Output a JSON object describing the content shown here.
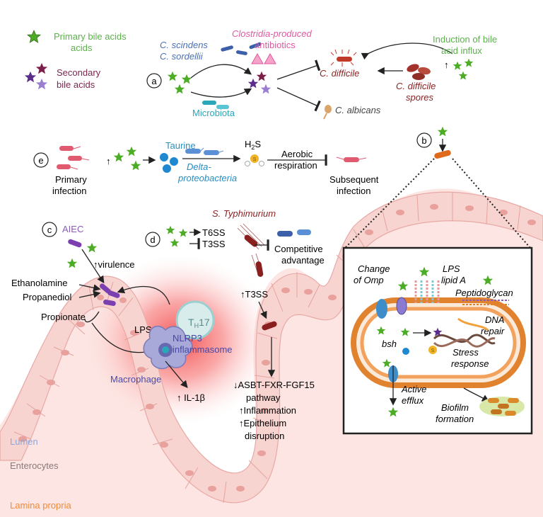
{
  "legend": {
    "primary": "Primary bile acids",
    "primary_l2": "acids",
    "secondary": "Secondary",
    "secondary_l2": "bile acids"
  },
  "panel_a": {
    "label": "a",
    "scindens": "C. scindens",
    "sordellii": "C. sordellii",
    "clostridia_1": "Clostridia-produced",
    "clostridia_2": "antibiotics",
    "microbiota": "Microbiota",
    "cdifficile": "C. difficile",
    "spores_1": "C. difficile",
    "spores_2": "spores",
    "albicans": "C. albicans",
    "induction_1": "Induction of bile",
    "induction_2": "acid influx"
  },
  "panel_b": {
    "label": "b",
    "change_omp_1": "Change",
    "change_omp_2": "of Omp",
    "lps_1": "LPS",
    "lps_2": "lipid A",
    "peptidoglycan": "Peptidoglycan",
    "dna_1": "DNA",
    "dna_2": "repair",
    "bsh": "bsh",
    "stress_1": "Stress",
    "stress_2": "response",
    "efflux_1": "Active",
    "efflux_2": "efflux",
    "biofilm_1": "Biofilm",
    "biofilm_2": "formation"
  },
  "panel_c": {
    "label": "c",
    "aiec": "AIEC",
    "virulence": "↑virulence",
    "ethanolamine": "Ethanolamine",
    "propanediol": "Propanediol",
    "propionate": "Propionate",
    "lps": "LPS",
    "th17": "T",
    "th17_sub": "H",
    "th17_num": "17",
    "nlrp3_1": "NLRP3",
    "nlrp3_2": "inflammasome",
    "macrophage": "Macrophage",
    "il1b": "↑ IL-1β"
  },
  "panel_d": {
    "label": "d",
    "t6ss": "T6SS",
    "t3ss": "T3SS",
    "typhimurium": "S. Typhimurium",
    "competitive_1": "Competitive",
    "competitive_2": "advantage",
    "up_t3ss": "↑T3SS",
    "asbt": "↓ASBT-FXR-FGF15",
    "pathway": "pathway",
    "inflammation": "↑Inflammation",
    "epithelium": "↑Epithelium",
    "disruption": "disruption"
  },
  "panel_e": {
    "label": "e",
    "primary_1": "Primary",
    "primary_2": "infection",
    "taurine": "Taurine",
    "delta_1": "Delta-",
    "delta_2": "proteobacteria",
    "h2s": "H",
    "h2s_sub": "2",
    "h2s_end": "S",
    "aerobic_1": "Aerobic",
    "aerobic_2": "respiration",
    "subsequent_1": "Subsequent",
    "subsequent_2": "infection"
  },
  "regions": {
    "lumen": "Lumen",
    "enterocytes": "Enterocytes",
    "lamina": "Lamina propria"
  },
  "colors": {
    "primary_star": "#4dac26",
    "secondary_star_dark": "#7b1f4a",
    "secondary_star_light": "#9a7fd1",
    "tissue": "#fbe4e1",
    "cell_fill": "#f7d6d3",
    "nucleus": "#e9a6a1",
    "inflammation": "#f36b6b",
    "text_green": "#5bb14a",
    "text_purple": "#7d2650",
    "text_pink": "#e05aa0",
    "text_blue": "#4a6fb5",
    "text_teal": "#2aa7b9",
    "text_darkred": "#8a2324",
    "lumen_text": "#8fa7d8",
    "lamina_text": "#f08a3c"
  }
}
